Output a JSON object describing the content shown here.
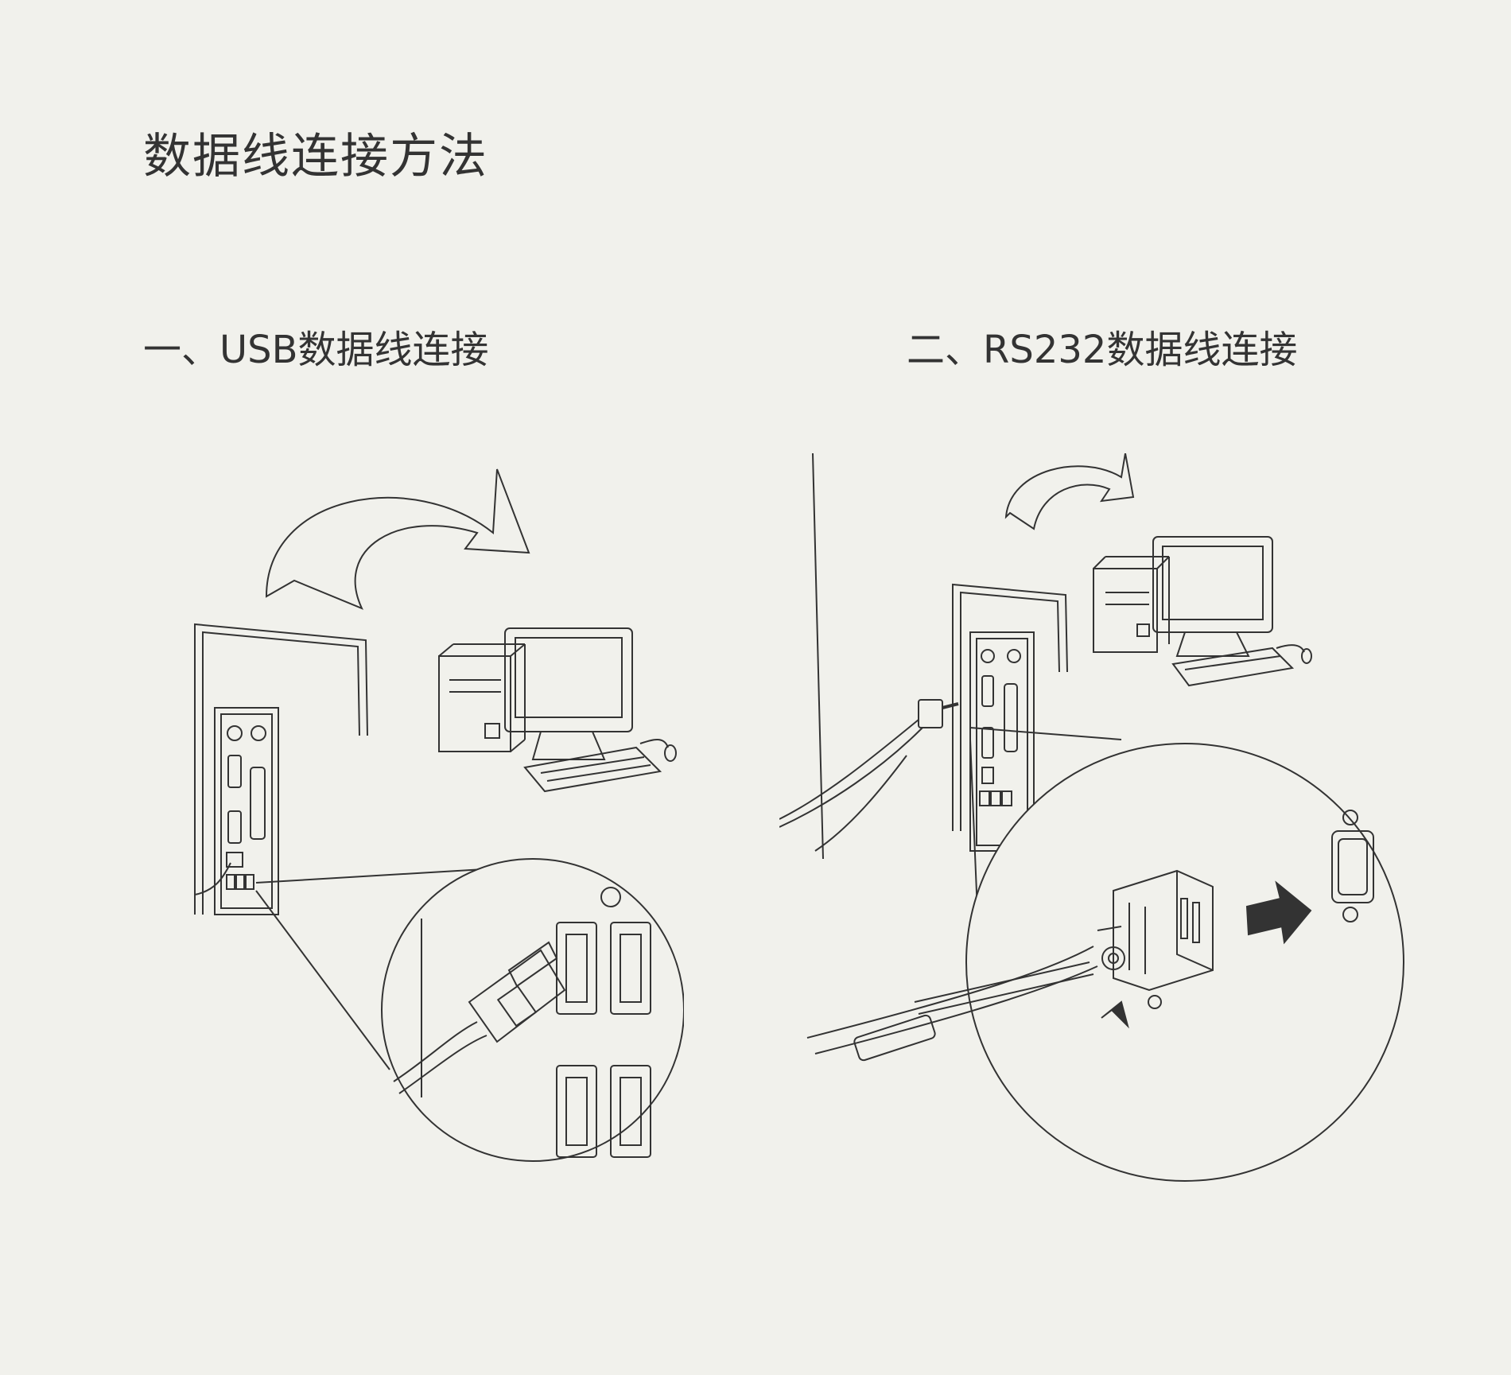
{
  "page": {
    "title": "数据线连接方法"
  },
  "sections": [
    {
      "id": "usb",
      "title": "一、USB数据线连接"
    },
    {
      "id": "rs232",
      "title": "二、RS232数据线连接"
    }
  ],
  "colors": {
    "background": "#f1f1ec",
    "text": "#333333",
    "line": "#333333"
  }
}
